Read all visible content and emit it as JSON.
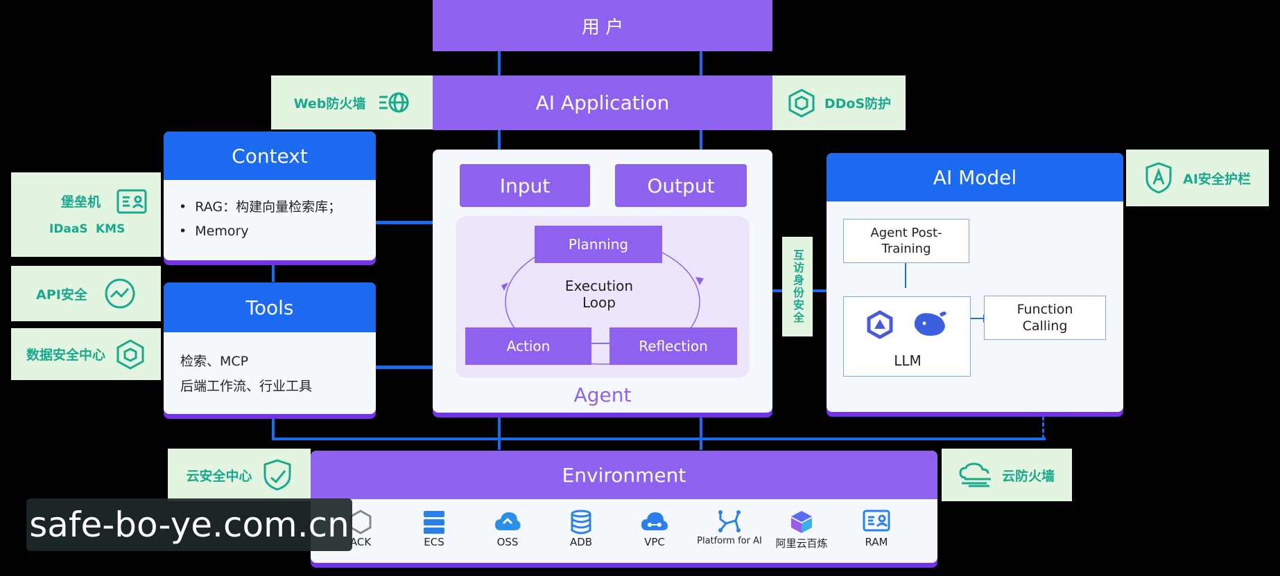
{
  "top": {
    "user": "用 户",
    "ai_application": "AI Application"
  },
  "security": {
    "web_firewall": "Web防火墙",
    "ddos": "DDoS防护",
    "bastion": "堡垒机",
    "idaas": "IDaaS",
    "kms": "KMS",
    "api_security": "API安全",
    "data_security_center": "数据安全中心",
    "ai_guardrail": "AI安全护栏",
    "mutual_access": "互访身份安全",
    "cloud_security_center": "云安全中心",
    "cloud_firewall": "云防火墙"
  },
  "context": {
    "title": "Context",
    "items": [
      "RAG：构建向量检索库；",
      "Memory"
    ]
  },
  "tools": {
    "title": "Tools",
    "lines": [
      "检索、MCP",
      "后端工作流、行业工具"
    ]
  },
  "agent": {
    "input": "Input",
    "output": "Output",
    "planning": "Planning",
    "loop": "Execution\nLoop",
    "action": "Action",
    "reflection": "Reflection",
    "label": "Agent"
  },
  "ai_model": {
    "title": "AI Model",
    "post_training": "Agent Post-\nTraining",
    "llm": "LLM",
    "function_calling": "Function\nCalling"
  },
  "environment": {
    "title": "Environment",
    "items": [
      {
        "label": "ACK",
        "icon": "ack-icon"
      },
      {
        "label": "ECS",
        "icon": "ecs-icon"
      },
      {
        "label": "OSS",
        "icon": "oss-icon"
      },
      {
        "label": "ADB",
        "icon": "adb-icon"
      },
      {
        "label": "VPC",
        "icon": "vpc-icon"
      },
      {
        "label": "Platform for AI",
        "icon": "pai-icon"
      },
      {
        "label": "阿里云百炼",
        "icon": "bailian-icon"
      },
      {
        "label": "RAM",
        "icon": "ram-icon"
      }
    ]
  },
  "watermark": "safe-bo-ye.com.cn",
  "colors": {
    "purple": "#8e62ee",
    "blue": "#1c6af0",
    "green_bg": "#e3f4e0",
    "green_text": "#18a88e"
  }
}
